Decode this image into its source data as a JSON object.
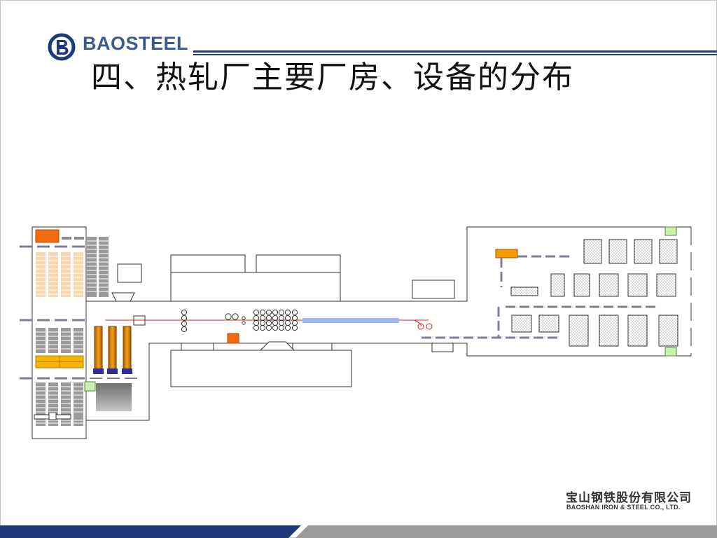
{
  "header": {
    "logo_text": "BAOSTEEL",
    "logo_icon": "baosteel-b-icon",
    "title": "四、热轧厂主要厂房、设备的分布"
  },
  "footer": {
    "company_cn": "宝山钢铁股份有限公司",
    "company_en": "BAOSHAN IRON & STEEL CO., LTD."
  },
  "colors": {
    "brand_blue": "#1c3a78",
    "rule_blue": "#1f3b7a",
    "roll_line_red": "#e02020",
    "furnace_orange": "#e06a00",
    "crane_orange": "#f59b00",
    "slab_peach": "#fbd7ae",
    "coil_green": "#c8f0b0",
    "dash_gray": "#7d7d9a",
    "coolant_blue": "#9db8ee",
    "footer_gray": "#9a9a9a"
  }
}
